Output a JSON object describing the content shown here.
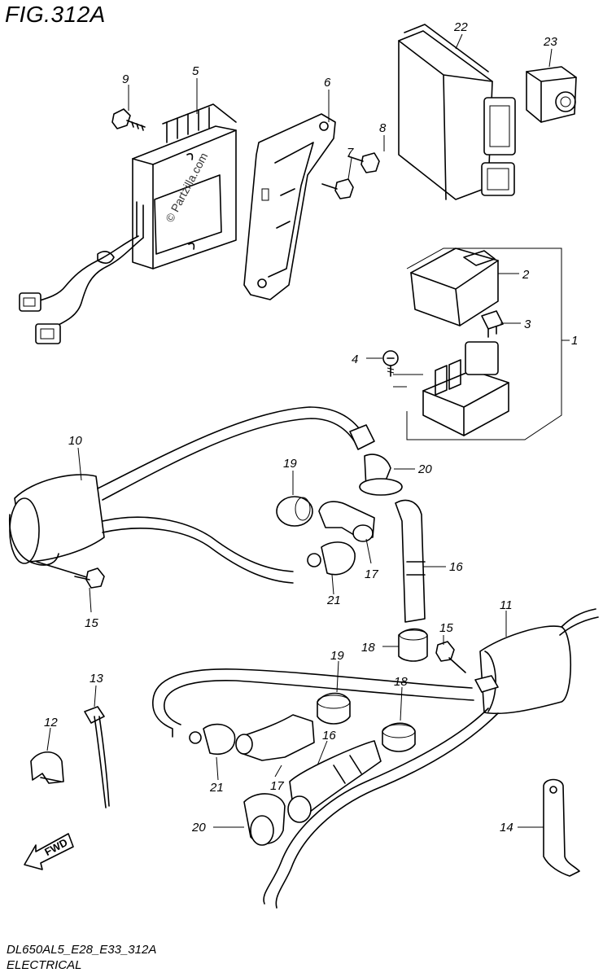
{
  "figure": {
    "title": "FIG.312A",
    "code": "DL650AL5_E28_E33_312A",
    "caption": "ELECTRICAL",
    "watermark": "© Partzilla.com",
    "direction_label": "FWD"
  },
  "callouts": {
    "c1": "1",
    "c2": "2",
    "c3": "3",
    "c4": "4",
    "c5": "5",
    "c6": "6",
    "c7": "7",
    "c8": "8",
    "c9": "9",
    "c10": "10",
    "c11": "11",
    "c12": "12",
    "c13": "13",
    "c14": "14",
    "c15a": "15",
    "c15b": "15",
    "c16a": "16",
    "c16b": "16",
    "c17a": "17",
    "c17b": "17",
    "c18a": "18",
    "c18b": "18",
    "c19a": "19",
    "c19b": "19",
    "c20a": "20",
    "c20b": "20",
    "c21a": "21",
    "c21b": "21",
    "c22": "22",
    "c23": "23"
  }
}
